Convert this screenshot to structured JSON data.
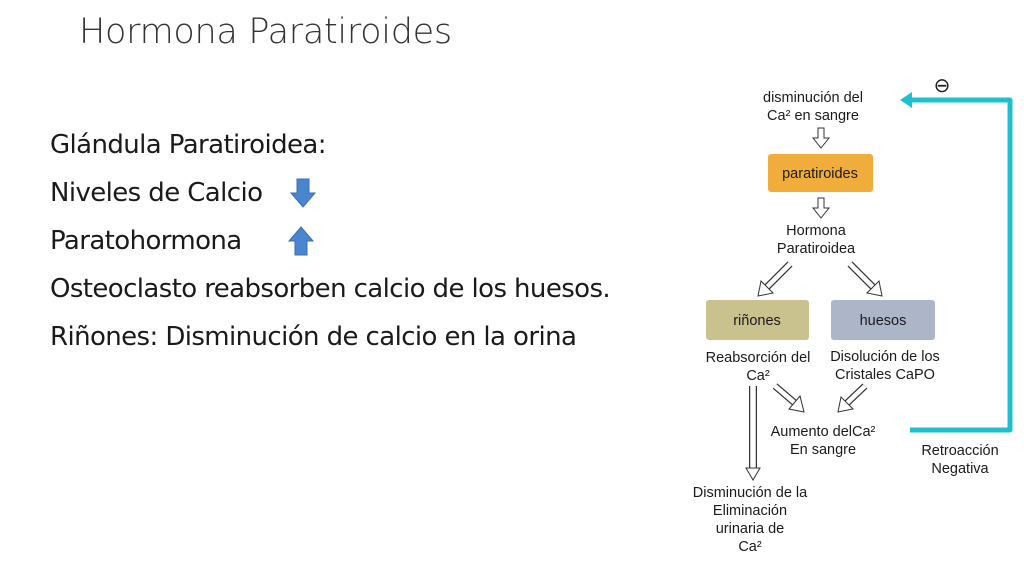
{
  "slide": {
    "title": "Hormona Paratiroides",
    "bullets": [
      "Glándula Paratiroidea:",
      "Niveles de Calcio",
      "Paratohormona",
      "Osteoclasto reabsorben calcio de los huesos.",
      "Riñones: Disminución de calcio en la orina"
    ],
    "icon_color": "#4a86d0"
  },
  "diagram": {
    "feedback_symbol": "⊖",
    "top_text": [
      "disminución del",
      "Ca² en sangre"
    ],
    "gland_box": "paratiroides",
    "hormone_text": [
      "Hormona",
      "Paratiroidea"
    ],
    "kidney_box": "riñones",
    "bone_box": "huesos",
    "kidney_effect": [
      "Reabsorción del",
      "Ca²"
    ],
    "bone_effect": [
      "Disolución de los",
      "Cristales CaPO"
    ],
    "result_text": [
      "Aumento delCa²",
      "En sangre"
    ],
    "feedback_label": [
      "Retroacción",
      "Negativa"
    ],
    "urine_text": [
      "Disminución de la",
      "Eliminación",
      "urinaria de",
      "Ca²"
    ],
    "colors": {
      "gland": "#f0ad3c",
      "kidney": "#c9c28f",
      "bone": "#adb6c8",
      "feedback": "#1ec0cf"
    }
  }
}
